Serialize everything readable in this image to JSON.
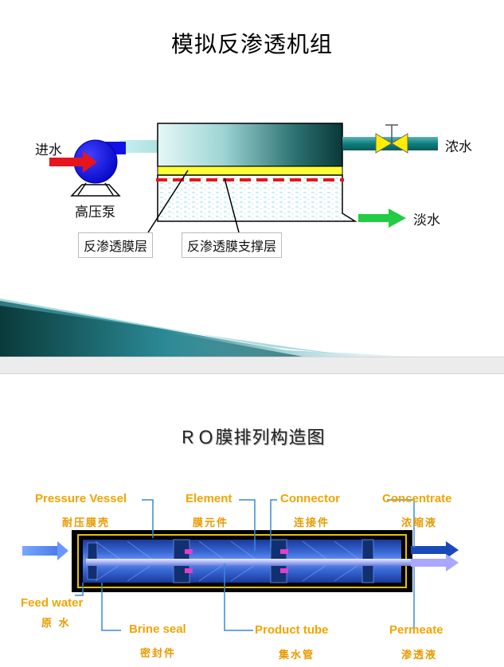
{
  "slide1": {
    "title": "模拟反渗透机组",
    "feed_label": "进水",
    "pump_label": "高压泵",
    "concentrate_label": "浓水",
    "permeate_label": "淡水",
    "membrane_layer_label": "反渗透膜层",
    "support_layer_label": "反渗透膜支撑层"
  },
  "slide2": {
    "title": "ＲＯ膜排列构造图",
    "pressure_vessel_en": "Pressure Vessel",
    "pressure_vessel_cn": "耐压膜壳",
    "element_en": "Element",
    "element_cn": "膜元件",
    "connector_en": "Connector",
    "connector_cn": "连接件",
    "concentrate_en": "Concentrate",
    "concentrate_cn": "浓缩液",
    "feed_water_en": "Feed water",
    "feed_water_cn": "原 水",
    "brine_seal_en": "Brine seal",
    "brine_seal_cn": "密封件",
    "product_tube_en": "Product tube",
    "product_tube_cn": "集水管",
    "permeate_en": "Permeate",
    "permeate_cn": "渗透液"
  },
  "colors": {
    "feed_arrow": "#e8141c",
    "pump_blue": "#1a1aff",
    "pipe_teal": "#0f7f7f",
    "permeate_green": "#22cc44",
    "membrane_dash": "#e8141c",
    "support_yellow": "#ffff33",
    "label_orange": "#f2a500"
  }
}
